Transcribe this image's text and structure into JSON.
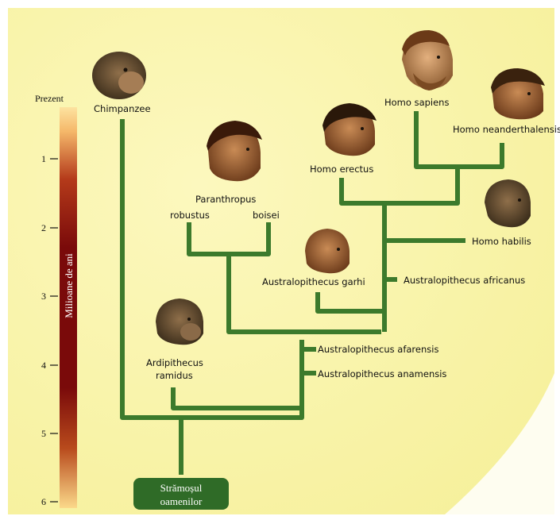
{
  "axis": {
    "top_label": "Prezent",
    "title": "Milioane de ani",
    "ticks": [
      "1",
      "2",
      "3",
      "4",
      "5",
      "6"
    ]
  },
  "root": {
    "line1": "Strămoșul",
    "line2": "oamenilor"
  },
  "species": {
    "chimpanzee": "Chimpanzee",
    "homo_sapiens": "Homo sapiens",
    "homo_neanderthalensis": "Homo neanderthalensis",
    "homo_erectus": "Homo erectus",
    "paranthropus": "Paranthropus",
    "robustus": "robustus",
    "boisei": "boisei",
    "homo_habilis": "Homo habilis",
    "australopithecus_garhi": "Australopithecus garhi",
    "australopithecus_africanus": "Australopithecus africanus",
    "australopithecus_afarensis": "Australopithecus afarensis",
    "australopithecus_anamensis": "Australopithecus anamensis",
    "ardipithecus_line1": "Ardipithecus",
    "ardipithecus_line2": "ramidus"
  },
  "colors": {
    "background": "#fbf7b3",
    "branch": "#3c7a2c",
    "axis_dark": "#7a0a0a",
    "axis_light": "#fbd98a",
    "root_box": "#2f6b27"
  }
}
